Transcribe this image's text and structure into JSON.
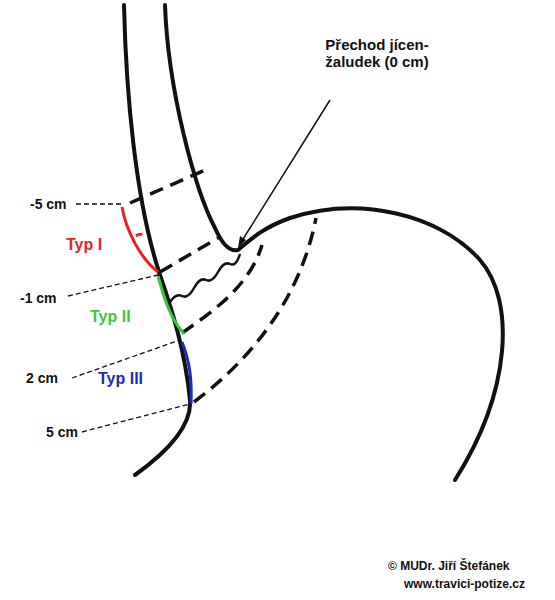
{
  "diagram": {
    "labels": [
      "Přechod jícen-žaludek (0 cm)",
      "-5 cm",
      "Typ I",
      "-1 cm",
      "Typ II",
      "2 cm",
      "Typ III",
      "5 cm",
      "© MUDr. Jiří Štefánek",
      "www.travici-potize.cz"
    ]
  }
}
